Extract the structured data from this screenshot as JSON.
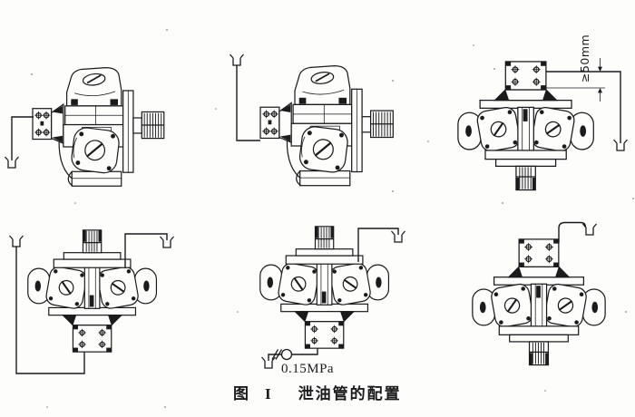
{
  "figure": {
    "caption": {
      "prefix": "图",
      "number": "I",
      "title": "泄油管的配置"
    },
    "labels": {
      "min_height": "≥50mm",
      "check_valve_pressure": "0.15MPa"
    }
  },
  "style": {
    "ink_color": "#1b1b1b",
    "paper_color": "#fdfdfc"
  },
  "icons": {
    "pump_side_view": "hydraulic-pump-side-line-drawing",
    "pump_axial_view": "hydraulic-pump-end-line-drawing",
    "drain_cup": "open-top-tank-cup",
    "check_valve": "circle-valve-with-seat-ticks",
    "dimension_arrow": "filled-triangle-arrowhead"
  }
}
